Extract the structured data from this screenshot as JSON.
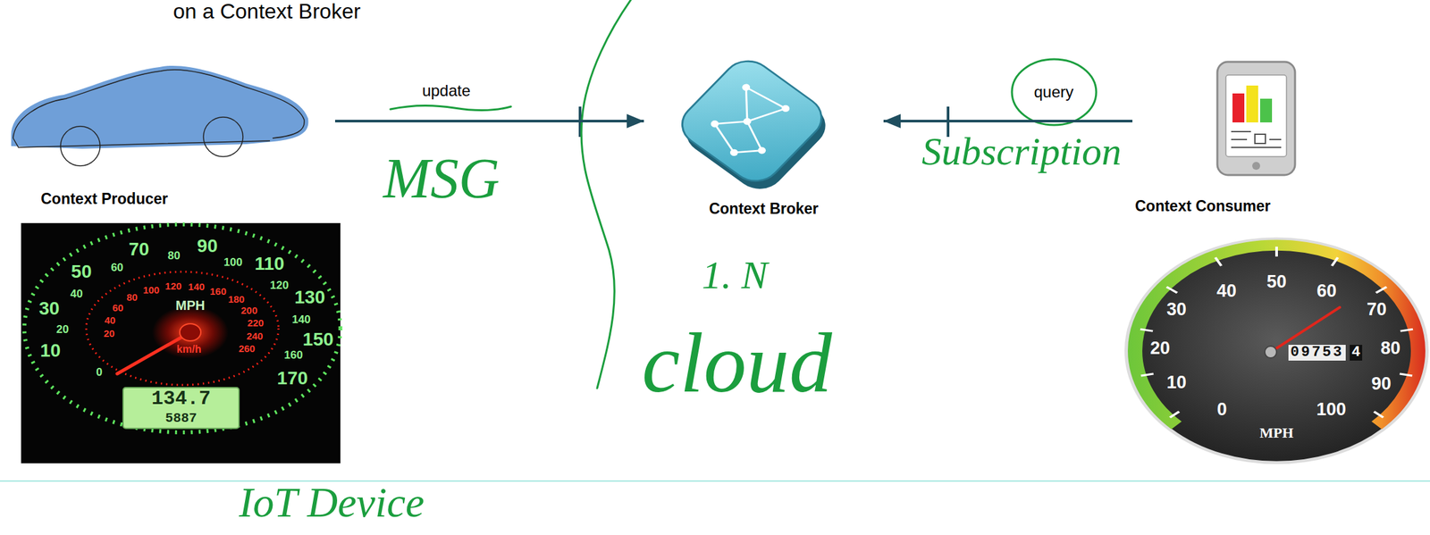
{
  "diagram": {
    "title": "on a Context Broker",
    "nodes": [
      {
        "text": [
          "Context Producer"
        ]
      },
      {
        "text": [
          "Context Broker"
        ]
      },
      {
        "text": [
          "Context Consumer"
        ]
      }
    ],
    "edges": [
      {
        "from": 0,
        "to": 1,
        "label": "update",
        "arrow": "to"
      },
      {
        "from": 2,
        "to": 1,
        "label": "query",
        "arrow": "to"
      }
    ],
    "labels": [
      "MSG",
      "Subscription",
      "1. N",
      "cloud",
      "IoT Device",
      "0",
      "10",
      "20",
      "30",
      "40",
      "50",
      "60",
      "70",
      "80",
      "90",
      "100",
      "110",
      "120",
      "130",
      "140",
      "150",
      "160",
      "170",
      "20",
      "40",
      "60",
      "80",
      "100",
      "120",
      "140",
      "160",
      "180",
      "200",
      "220",
      "240",
      "260",
      "MPH",
      "km/h",
      "134.7",
      "5887",
      "0",
      "10",
      "20",
      "30",
      "40",
      "50",
      "60",
      "70",
      "80",
      "90",
      "100",
      "MPH",
      "09753",
      "4"
    ]
  }
}
